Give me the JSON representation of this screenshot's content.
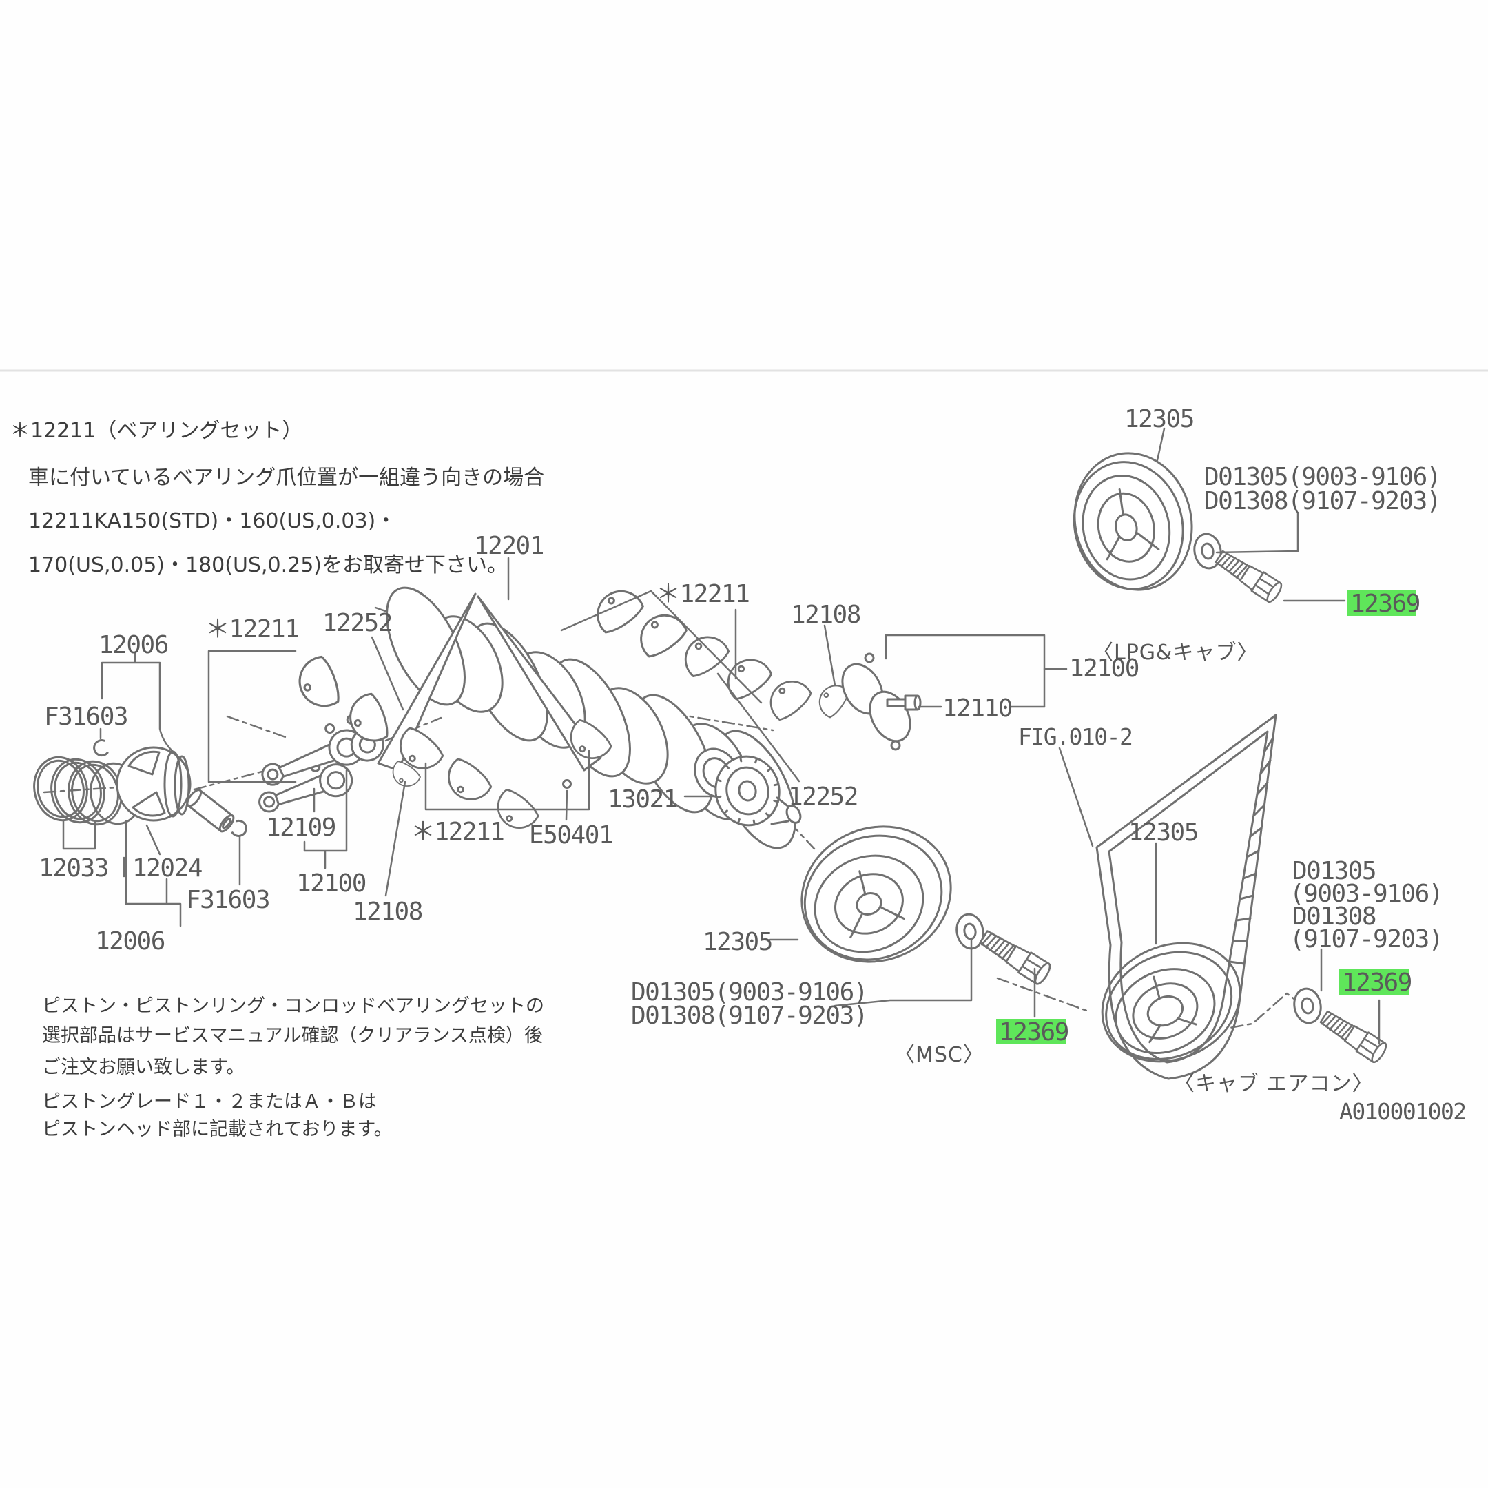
{
  "colors": {
    "highlight": "#5fe65a",
    "line": "#707070",
    "text": "#565656"
  },
  "notes": {
    "bearing_l1": "＊12211（ベアリングセット）",
    "bearing_l2": "車に付いているベアリング爪位置が一組違う向きの場合",
    "bearing_l3": "12211KA150(STD)・160(US,0.03)・",
    "bearing_l4": "170(US,0.05)・180(US,0.25)をお取寄せ下さい。",
    "piston_l1": "ピストン・ピストンリング・コンロッドベアリングセットの",
    "piston_l2": "選択部品はサービスマニュアル確認（クリアランス点検）後",
    "piston_l3": "ご注文お願い致します。",
    "piston_l4": "ピストングレード１・２またはＡ・Ｂは",
    "piston_l5": "ピストンヘッド部に記載されております。"
  },
  "labels": {
    "crankshaft": "12201",
    "bearing_top": "＊12211",
    "bearing_left": "＊12211",
    "bearing_bottom": "＊12211",
    "thrust_left": "12252",
    "thrust_right": "12252",
    "piston_assy_top": "12006",
    "piston_assy_bottom": "12006",
    "snapring_top": "F31603",
    "snapring_bottom": "F31603",
    "rings": "12033",
    "pin": "12024",
    "conrod": "12109",
    "conrod_assy": "12100",
    "crank_assy": "12100",
    "washer_upper": "12108",
    "washer_lower": "12108",
    "pilot": "E50401",
    "sprocket": "13021",
    "bolt_small": "12110",
    "pulley_lpg": "12305",
    "pulley_msc": "12305",
    "pulley_ac": "12305",
    "damper_lpg_a": "D01305(9003-9106)",
    "damper_lpg_b": "D01308(9107-9203)",
    "damper_msc_a": "D01305(9003-9106)",
    "damper_msc_b": "D01308(9107-9203)",
    "damper_ac_1": "D01305",
    "damper_ac_2": "(9003-9106)",
    "damper_ac_3": "D01308",
    "damper_ac_4": "(9107-9203)",
    "bolt_lpg": "12369",
    "bolt_msc": "12369",
    "bolt_ac": "12369"
  },
  "captions": {
    "lpg": "〈LPG&キャブ〉",
    "msc": "〈MSC〉",
    "aircon": "〈キャブ エアコン〉"
  },
  "figure": {
    "fig_ref": "FIG.010-2",
    "drawing_no": "A010001002"
  }
}
